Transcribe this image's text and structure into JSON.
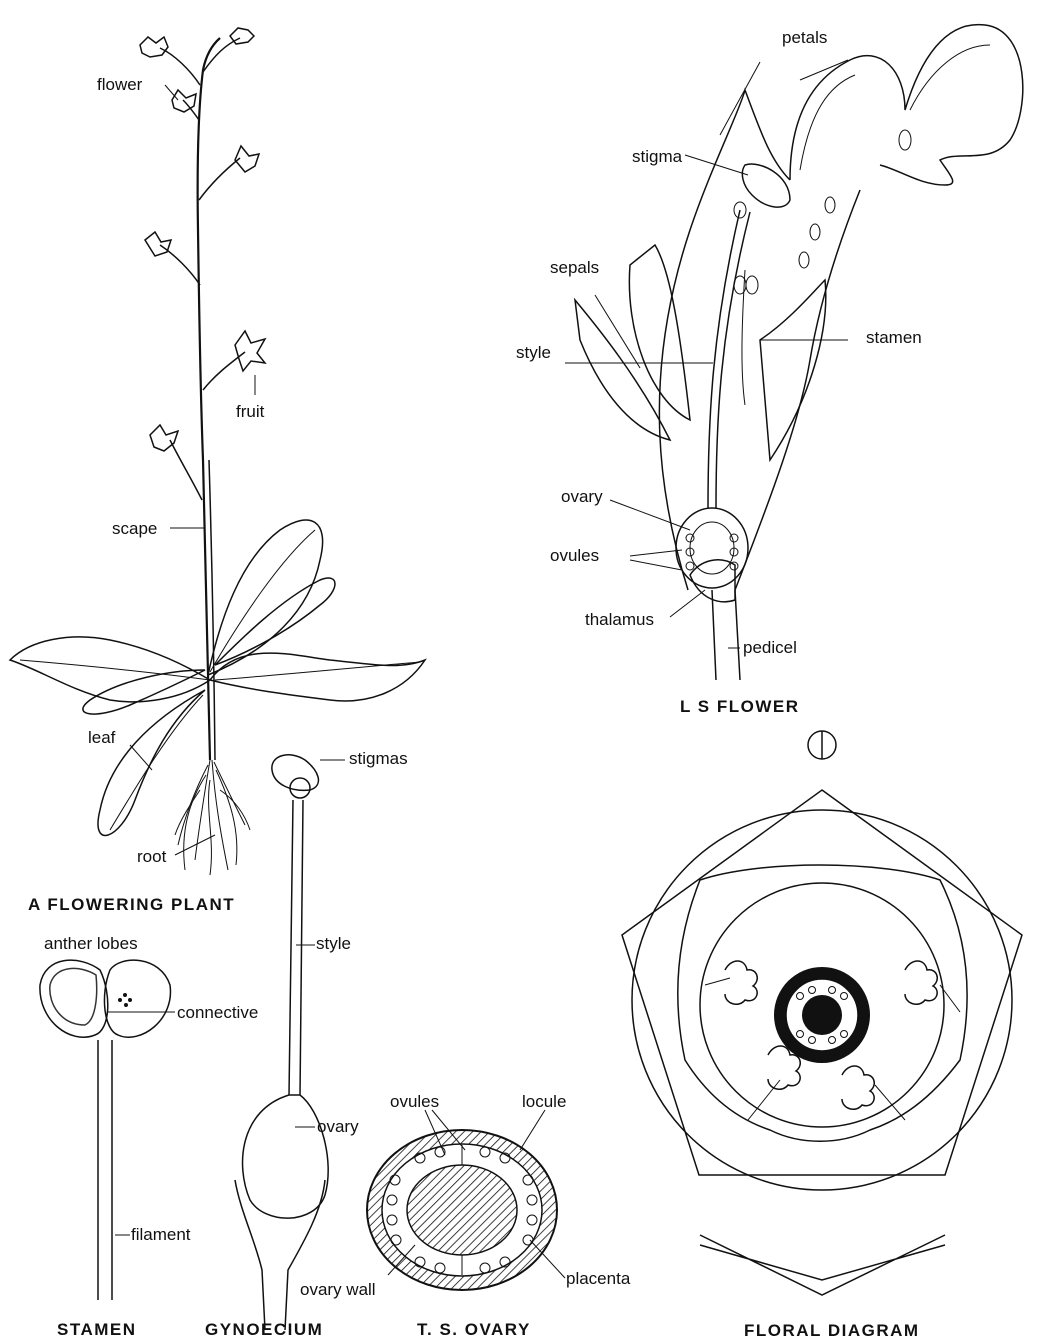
{
  "plant": {
    "labels": {
      "flower": "flower",
      "fruit": "fruit",
      "scape": "scape",
      "leaf": "leaf",
      "root": "root"
    },
    "caption": "A FLOWERING PLANT"
  },
  "ls_flower": {
    "labels": {
      "petals": "petals",
      "stigma": "stigma",
      "sepals": "sepals",
      "style": "style",
      "stamen": "stamen",
      "ovary": "ovary",
      "ovules": "ovules",
      "thalamus": "thalamus",
      "pedicel": "pedicel"
    },
    "caption": "L S FLOWER"
  },
  "stamen": {
    "labels": {
      "anther_lobes": "anther lobes",
      "connective": "connective",
      "filament": "filament"
    },
    "caption": "STAMEN"
  },
  "gynoecium": {
    "labels": {
      "stigmas": "stigmas",
      "style": "style",
      "ovary": "ovary"
    },
    "caption": "GYNOECIUM"
  },
  "ts_ovary": {
    "labels": {
      "ovules": "ovules",
      "locule": "locule",
      "ovary_wall": "ovary wall",
      "placenta": "placenta"
    },
    "caption": "T. S. OVARY"
  },
  "floral_diagram": {
    "caption": "FLORAL DIAGRAM"
  }
}
